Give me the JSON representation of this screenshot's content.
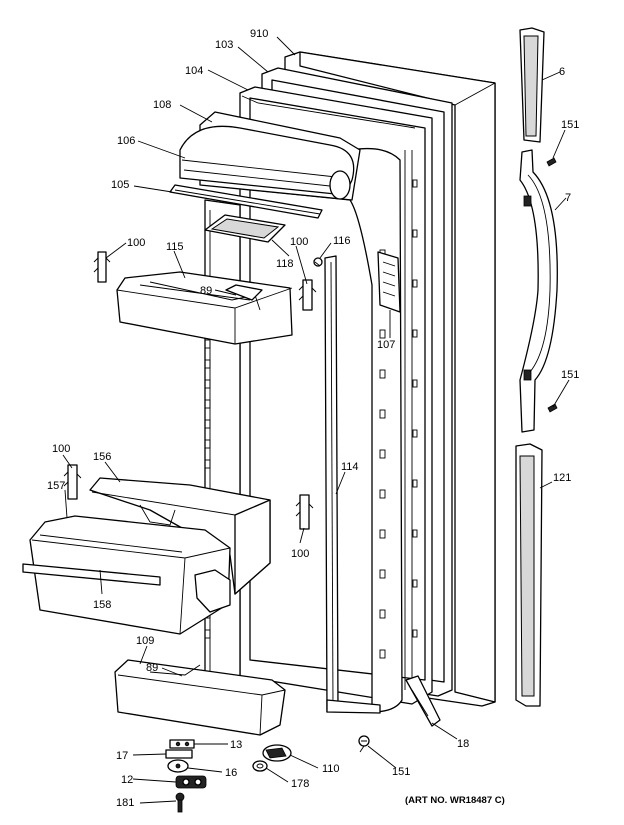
{
  "labels": {
    "p910": "910",
    "p103": "103",
    "p104": "104",
    "p108": "108",
    "p106": "106",
    "p105": "105",
    "p100a": "100",
    "p115": "115",
    "p89a": "89",
    "p100b": "100",
    "p116": "116",
    "p118": "118",
    "p107": "107",
    "p6": "6",
    "p151a": "151",
    "p7": "7",
    "p151b": "151",
    "p100c": "100",
    "p156": "156",
    "p157": "157",
    "p158": "158",
    "p114": "114",
    "p100d": "100",
    "p121": "121",
    "p109": "109",
    "p89b": "89",
    "p18": "18",
    "p17": "17",
    "p13": "13",
    "p12": "12",
    "p16": "16",
    "p110": "110",
    "p178": "178",
    "p181": "181",
    "p151c": "151"
  },
  "art_number": "(ART NO. WR18487 C)"
}
